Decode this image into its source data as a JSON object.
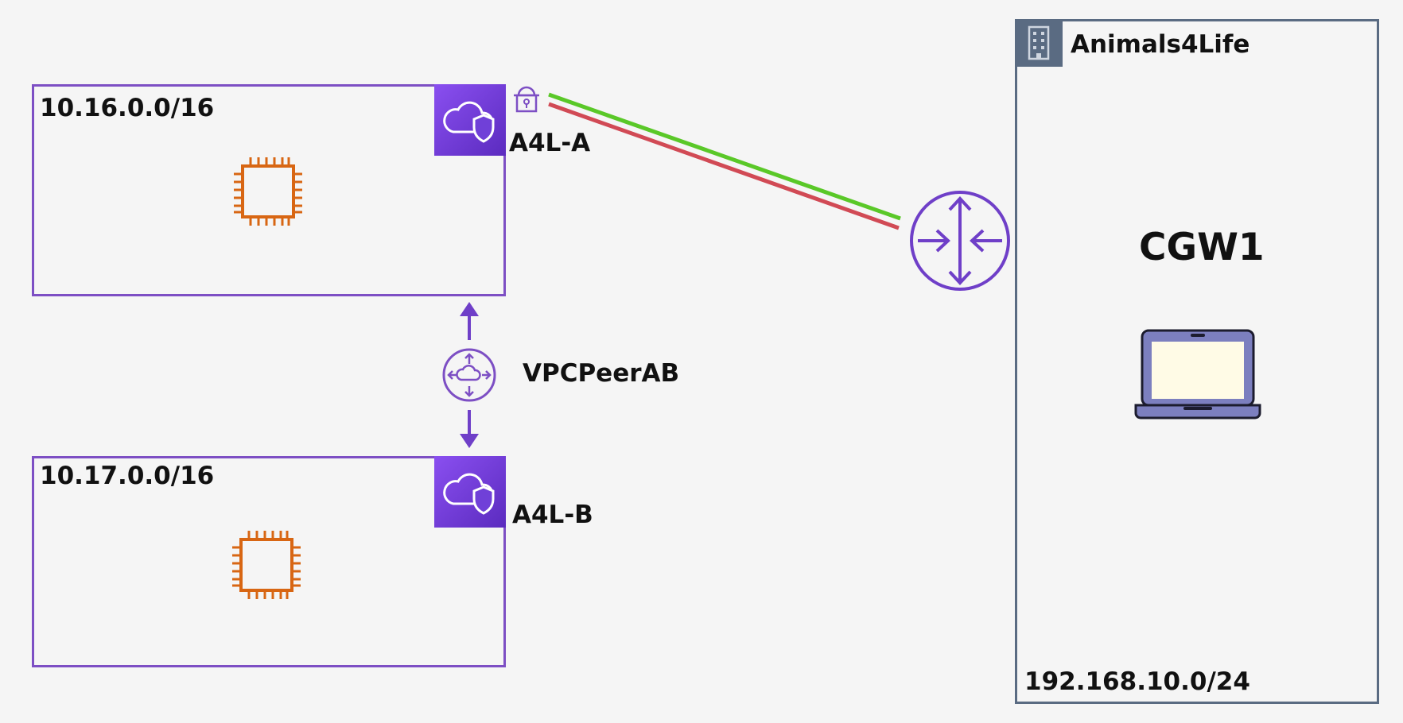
{
  "vpc_a": {
    "cidr": "10.16.0.0/16",
    "name": "A4L-A"
  },
  "vpc_b": {
    "cidr": "10.17.0.0/16",
    "name": "A4L-B"
  },
  "peering": {
    "name": "VPCPeerAB"
  },
  "onprem": {
    "name": "Animals4Life",
    "cidr": "192.168.10.0/24",
    "gateway": "CGW1"
  },
  "colors": {
    "vpc_border": "#7d4fc4",
    "ec2_icon": "#d86613",
    "vpn_green": "#5ac828",
    "vpn_red": "#d14a55",
    "onprem_border": "#5a6b82",
    "router": "#6f3fc8"
  },
  "icons": [
    "vpc-cloud-shield-icon",
    "ec2-chip-icon",
    "vpn-gateway-lock-icon",
    "peering-icon",
    "building-icon",
    "router-icon",
    "laptop-icon"
  ]
}
